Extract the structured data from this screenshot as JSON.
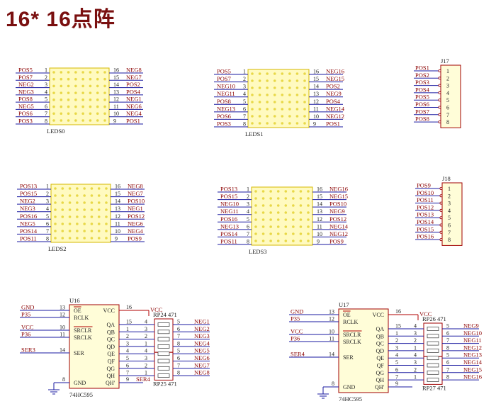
{
  "title": "16* 16点阵",
  "led_matrices": [
    {
      "ref": "LEDS0",
      "left": [
        "POS5",
        "POS7",
        "NEG2",
        "NEG3",
        "POS8",
        "NEG5",
        "POS6",
        "POS3"
      ],
      "right": [
        "NEG8",
        "NEG7",
        "POS2",
        "POS4",
        "NEG1",
        "NEG6",
        "NEG4",
        "POS1"
      ]
    },
    {
      "ref": "LEDS1",
      "left": [
        "POS5",
        "POS7",
        "NEG10",
        "NEG11",
        "POS8",
        "NEG13",
        "POS6",
        "POS3"
      ],
      "right": [
        "NEG16",
        "NEG15",
        "POS2",
        "NEG9",
        "POS4",
        "NEG14",
        "NEG12",
        "POS1"
      ]
    },
    {
      "ref": "LEDS2",
      "left": [
        "POS13",
        "POS15",
        "NEG2",
        "NEG3",
        "POS16",
        "NEG5",
        "POS14",
        "POS11"
      ],
      "right": [
        "NEG8",
        "NEG7",
        "POS10",
        "NEG1",
        "POS12",
        "NEG6",
        "NEG4",
        "POS9"
      ]
    },
    {
      "ref": "LEDS3",
      "left": [
        "POS13",
        "POS15",
        "NEG10",
        "NEG11",
        "POS16",
        "NEG13",
        "POS14",
        "POS11"
      ],
      "right": [
        "NEG16",
        "NEG15",
        "POS10",
        "NEG9",
        "POS12",
        "NEG14",
        "NEG12",
        "POS9"
      ]
    }
  ],
  "headers": [
    {
      "ref": "J17",
      "nets": [
        "POS1",
        "POS2",
        "POS3",
        "POS4",
        "POS5",
        "POS6",
        "POS7",
        "POS8"
      ]
    },
    {
      "ref": "J18",
      "nets": [
        "POS9",
        "POS10",
        "POS11",
        "POS12",
        "POS13",
        "POS14",
        "POS15",
        "POS16"
      ]
    }
  ],
  "shift_registers": [
    {
      "ref": "U16",
      "part": "74HC595",
      "inputs": {
        "oe": "GND",
        "rclk": "P35",
        "srclr": "VCC",
        "srclk": "P36",
        "ser": "SER3"
      },
      "serial_out": "SER4",
      "vcc": "VCC",
      "gnd_pin": "8",
      "vcc_pin": "16",
      "rp_top": "RP24 471",
      "rp_bottom": "RP25 471",
      "outputs": [
        "NEG1",
        "NEG2",
        "NEG3",
        "NEG4",
        "NEG5",
        "NEG6",
        "NEG7",
        "NEG8"
      ]
    },
    {
      "ref": "U17",
      "part": "74HC595",
      "inputs": {
        "oe": "GND",
        "rclk": "P35",
        "srclr": "VCC",
        "srclk": "P36",
        "ser": "SER4"
      },
      "serial_out": "",
      "vcc": "VCC",
      "gnd_pin": "8",
      "vcc_pin": "16",
      "rp_top": "RP26 471",
      "rp_bottom": "RP27 471",
      "outputs": [
        "NEG9",
        "NEG10",
        "NEG11",
        "NEG12",
        "NEG13",
        "NEG14",
        "NEG15",
        "NEG16"
      ]
    }
  ],
  "ic_pin_names": {
    "oe": "OE",
    "rclk": "RCLK",
    "srclr": "SRCLR",
    "srclk": "SRCLK",
    "ser": "SER",
    "gnd": "GND",
    "vcc": "VCC",
    "outputs": [
      "QA",
      "QB",
      "QC",
      "QD",
      "QE",
      "QF",
      "QG",
      "QH"
    ],
    "qh_prime": "QH'"
  },
  "ic_pin_numbers": {
    "oe": "13",
    "rclk": "12",
    "srclr": "10",
    "srclk": "11",
    "ser": "14",
    "qh_prime": "9",
    "outputs": [
      "15",
      "1",
      "2",
      "3",
      "4",
      "5",
      "6",
      "7"
    ]
  },
  "rp_pins": {
    "left": [
      "4",
      "3",
      "2",
      "1",
      "4",
      "3",
      "2",
      "1"
    ],
    "right": [
      "5",
      "6",
      "7",
      "8",
      "5",
      "6",
      "7",
      "8"
    ]
  },
  "colors": {
    "title": "#7a1010",
    "matrix_fill": "#fffac0",
    "matrix_border": "#d4b800",
    "dot": "#e8d848",
    "wire": "#1a1aa0",
    "net_label": "#8b0000",
    "chip_fill": "#fffdd8",
    "chip_border": "#a00000"
  }
}
